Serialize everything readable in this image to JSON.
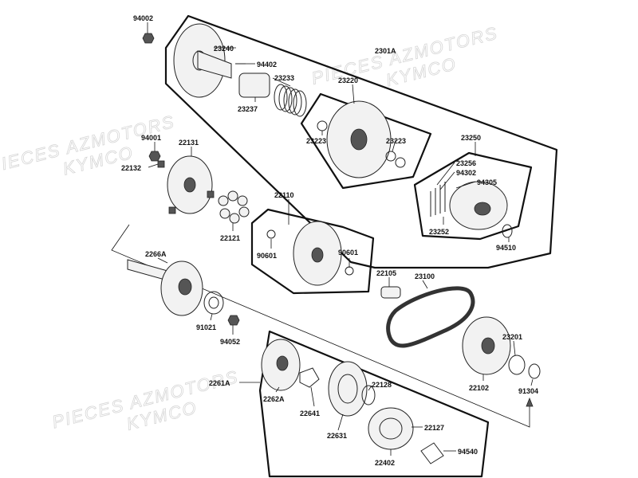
{
  "watermarks": [
    "PIECES AZMOTORS",
    "KYMCO",
    "PIECES AZMOTORS",
    "KYMCO",
    "PIECES AZMOTORS",
    "KYMCO"
  ],
  "labels": {
    "p94002": "94002",
    "p23240": "23240",
    "p2301A": "2301A",
    "p94402": "94402",
    "p23233": "23233",
    "p23237": "23237",
    "p23220": "23220",
    "p23223a": "23223",
    "p23223b": "23223",
    "p23250": "23250",
    "p23256": "23256",
    "p94302": "94302",
    "p94305": "94305",
    "p23252": "23252",
    "p94510": "94510",
    "p94001": "94001",
    "p22131": "22131",
    "p22132": "22132",
    "p22121": "22121",
    "p22110": "22110",
    "p90601a": "90601",
    "p90601b": "90601",
    "p2266A": "2266A",
    "p91021": "91021",
    "p94052": "94052",
    "p22105": "22105",
    "p23100": "23100",
    "p23201": "23201",
    "p22102": "22102",
    "p91304": "91304",
    "p2261A": "2261A",
    "p2262A": "2262A",
    "p22641": "22641",
    "p22128": "22128",
    "p22631": "22631",
    "p22127": "22127",
    "p22402": "22402",
    "p94540": "94540"
  }
}
